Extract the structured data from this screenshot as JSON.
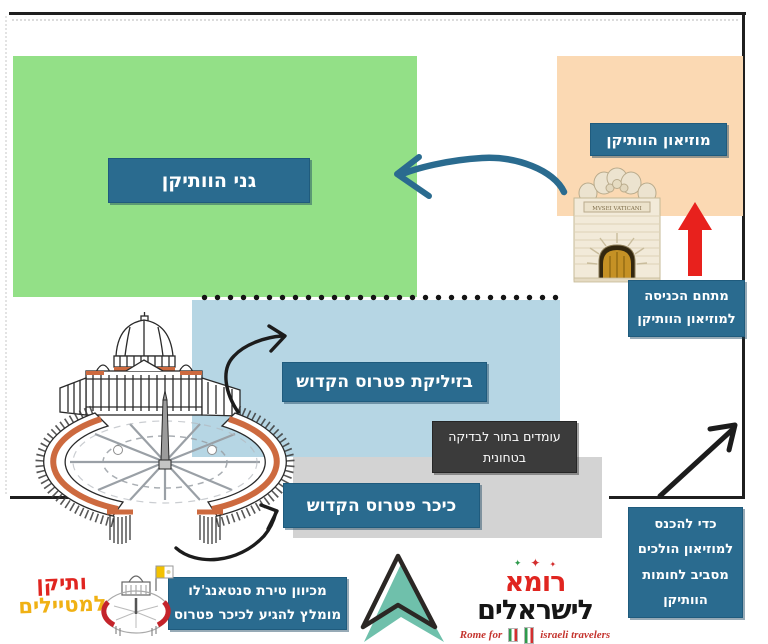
{
  "map": {
    "gardens_label": "גני הוותיקן",
    "museum_label": "מוזיאון הוותיקן",
    "basilica_label": "בזיליקת פטרוס הקדוש",
    "square_label": "כיכר פטרוס הקדוש"
  },
  "notes": {
    "entrance": {
      "line1": "מתחם הכניסה",
      "line2": "למוזיאון הוותיקן"
    },
    "security": {
      "line1": "עומדים בתור לבדיקה",
      "line2": "בטחונית"
    },
    "walk": {
      "line1": "כדי להכנס",
      "line2": "למוזיאון הולכים",
      "line3": "מסביב לחומות",
      "line4": "הוותיקן"
    },
    "castel": {
      "line1": "מכיוון טירת סנטאנג'לו",
      "line2": "מומלץ להגיע לכיכר פטרוס"
    }
  },
  "museum_building": {
    "sign": "MVSEI VATICANI"
  },
  "logos": {
    "vatican_travelers": {
      "word1": "ותיקן",
      "word2": "למטיילים"
    },
    "rome_israelis": {
      "word_red": "רומא",
      "word_black": "לישראלים",
      "sub_left": "Rome for",
      "sub_right": "israeli travelers",
      "star1": "✦",
      "star2": "✦",
      "star3": "✦"
    }
  },
  "colors": {
    "label_teal": "#2a6b8f",
    "gardens_green": "#93e087",
    "museum_orange": "#fbd9b3",
    "basilica_blue": "#b6d6e4",
    "square_gray": "#d3d3d3",
    "security_dark": "#3b3b3b",
    "arrow_red": "#e8211d",
    "logo_red": "#e02520",
    "logo_yellow": "#f0b114",
    "triangle_teal": "#6fc0ab"
  }
}
